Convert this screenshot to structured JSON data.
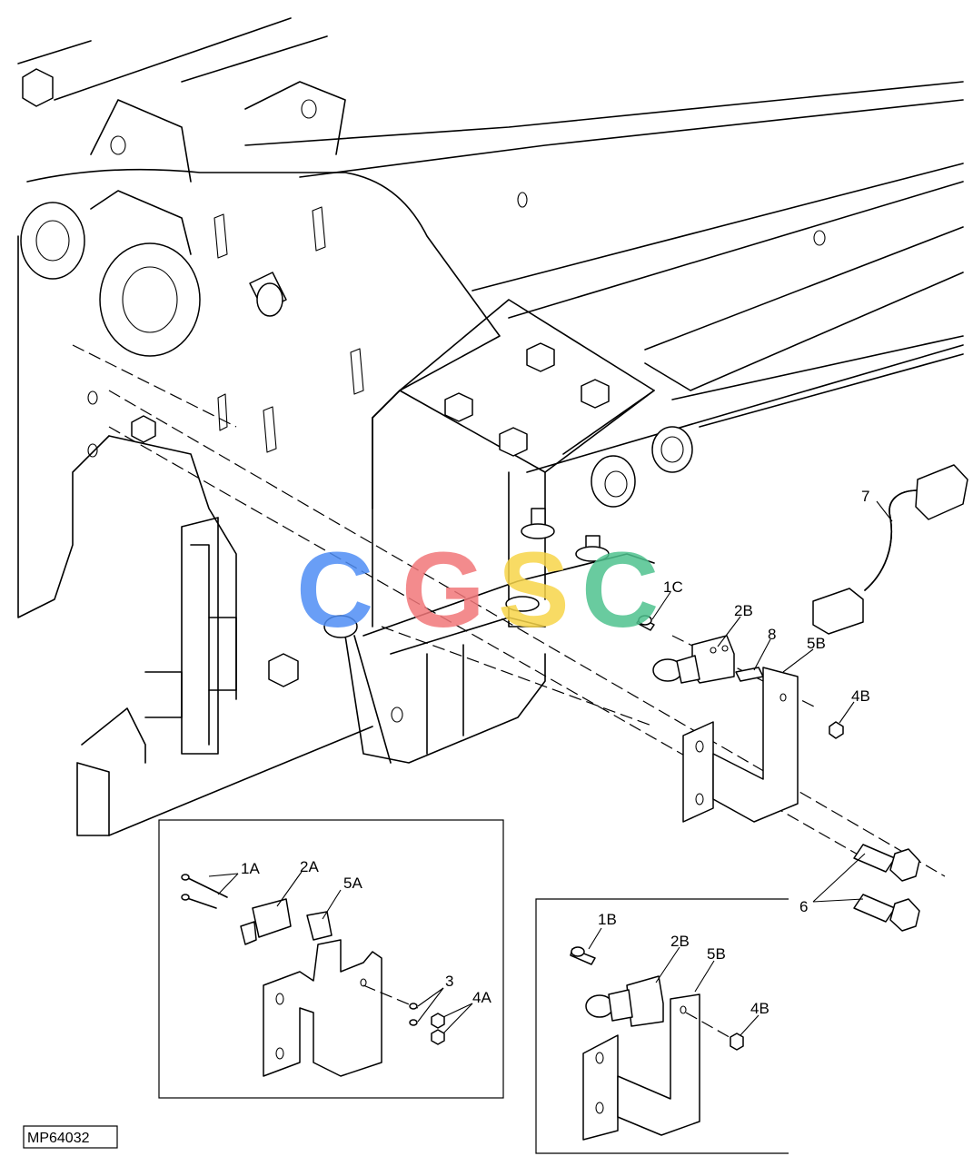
{
  "figure": {
    "reference_code": "MP64032",
    "watermark": {
      "text": "CGSC",
      "letters": [
        "C",
        "G",
        "S",
        "C"
      ],
      "colors": [
        "#4f8ef5",
        "#f2777a",
        "#f7d54a",
        "#4fc28f"
      ]
    }
  },
  "callouts": {
    "main": {
      "c1C": "1C",
      "c2B": "2B",
      "c8": "8",
      "c5B": "5B",
      "c4B": "4B",
      "c7": "7",
      "c6": "6"
    },
    "inset_a": {
      "c1A": "1A",
      "c2A": "2A",
      "c5A": "5A",
      "c3": "3",
      "c4A": "4A"
    },
    "inset_b": {
      "c1B": "1B",
      "c2B": "2B",
      "c5B": "5B",
      "c4B": "4B"
    }
  }
}
